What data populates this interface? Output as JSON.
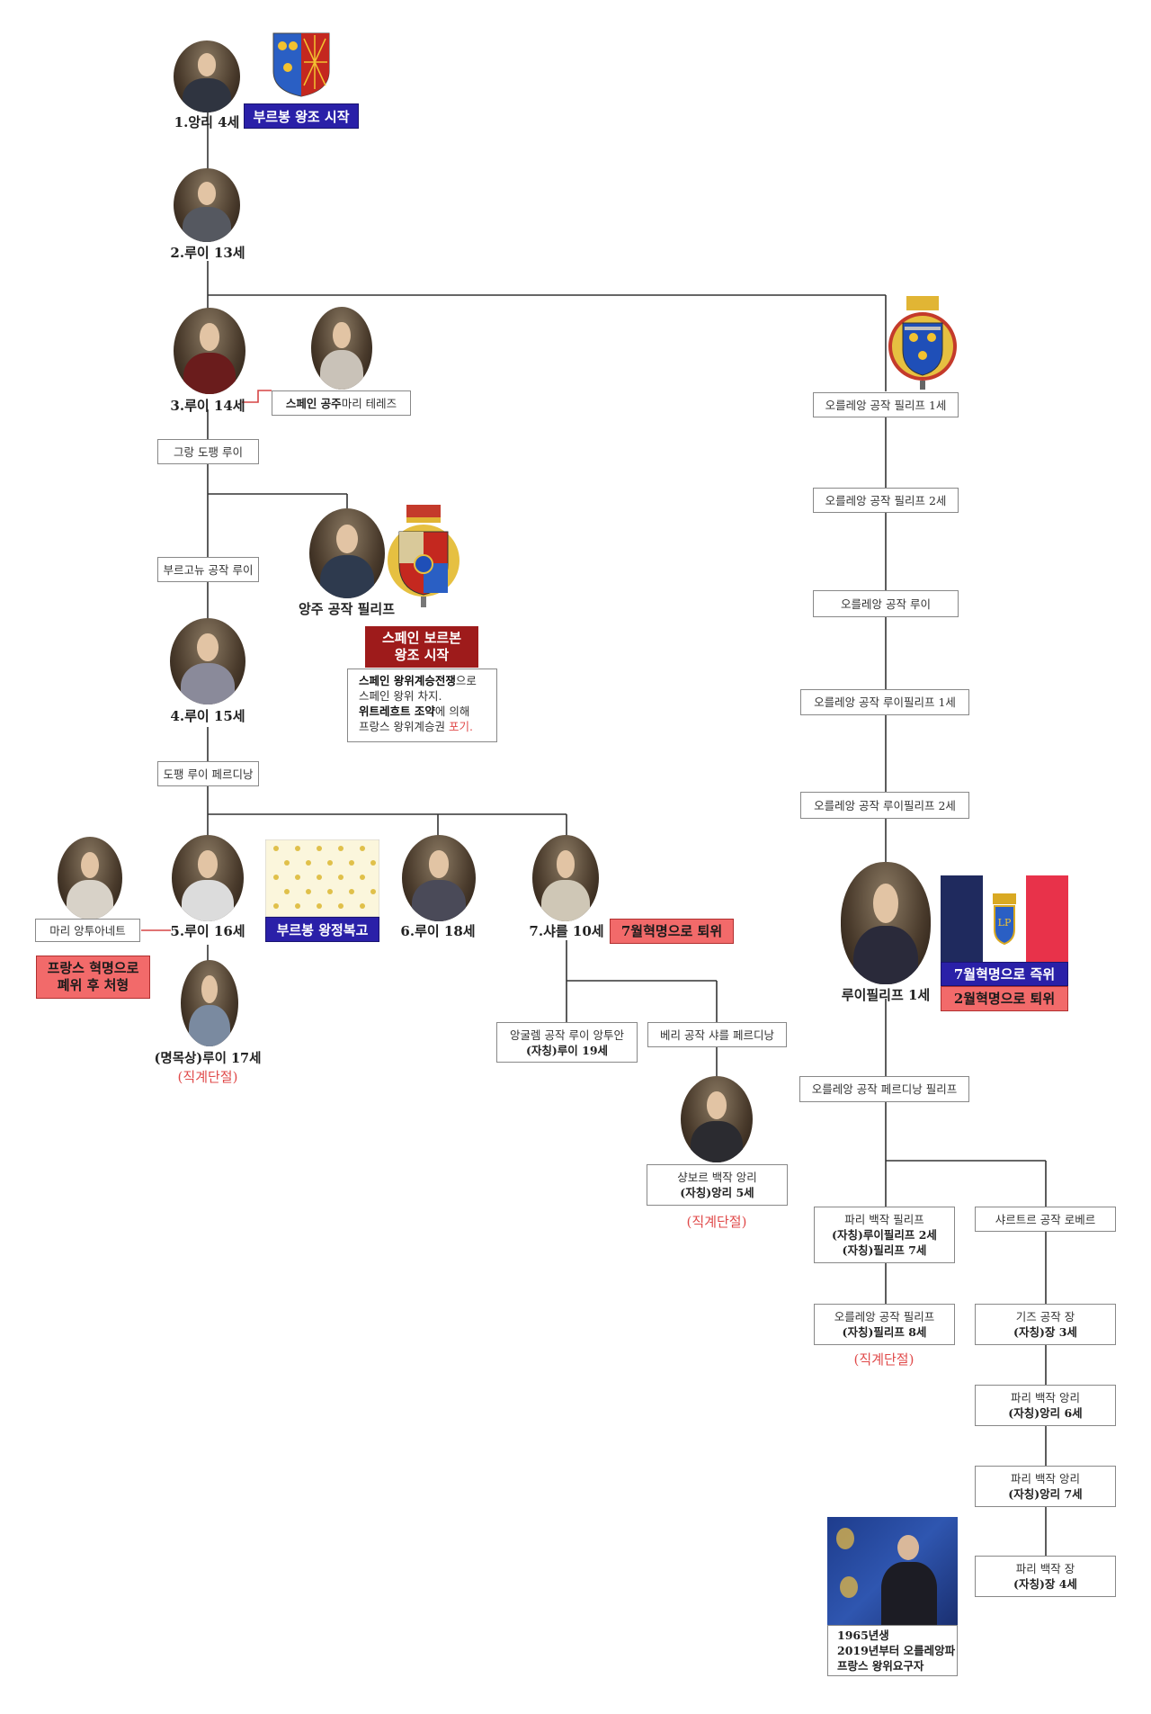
{
  "colors": {
    "blue_tag": "#2a20a8",
    "red_tag": "#f26a6a",
    "dark_red_tag": "#9e1b1b",
    "red_text": "#e04a4a",
    "line": "#333333",
    "marriage_line": "#d64545"
  },
  "kings": {
    "henri4": "1.앙리 4세",
    "louis13": "2.루이 13세",
    "louis14": "3.루이 14세",
    "louis15": "4.루이 15세",
    "louis16": "5.루이 16세",
    "louis18": "6.루이 18세",
    "charles10": "7.샤를 10세",
    "louis17": "(명목상)루이 17세",
    "philippe_anjou": "앙주 공작 필리프",
    "louis_philippe1": "루이필리프 1세"
  },
  "tags": {
    "bourbon_start": "부르봉 왕조 시작",
    "spain_bourbon_l1": "스페인 보르본",
    "spain_bourbon_l2": "왕조 시작",
    "restoration": "부르봉 왕정복고",
    "july_deposed": "7월혁명으로 퇴위",
    "july_enthroned": "7월혁명으로 즉위",
    "feb_deposed": "2월혁명으로 퇴위",
    "execution_l1": "프랑스 혁명으로",
    "execution_l2": "폐위 후 처형"
  },
  "extinct": "(직계단절)",
  "boxes": {
    "maria_theresa_b": "스페인 공주",
    "maria_theresa_r": " 마리 테레즈",
    "grand_dauphin": "그랑 도팽 루이",
    "burgundy": "부르고뉴 공작 루이",
    "dauphin_ferdinand": "도팽 루이 페르디낭",
    "marie_antoinette": "마리 앙투아네트",
    "angouleme_l1": "앙굴렘 공작 루이 앙투안",
    "angouleme_l2": "(자칭)루이 19세",
    "berry": "베리 공작 샤를 페르디낭",
    "chambord_l1": "샹보르 백작 앙리",
    "chambord_l2": "(자칭)앙리 5세",
    "orleans_philippe1": "오를레앙 공작 필리프 1세",
    "orleans_philippe2": "오를레앙 공작 필리프 2세",
    "orleans_louis": "오를레앙 공작 루이",
    "orleans_lp1": "오를레앙 공작 루이필리프 1세",
    "orleans_lp2": "오를레앙 공작 루이필리프 2세",
    "orleans_ferdinand": "오를레앙 공작 페르디낭 필리프",
    "paris_l1": "파리 백작 필리프",
    "paris_l2": "(자칭)루이필리프 2세",
    "paris_l3": "(자칭)필리프 7세",
    "chartres": "샤르트르 공작 로베르",
    "orleans_p8_l1": "오를레앙 공작 필리프",
    "orleans_p8_l2": "(자칭)필리프 8세",
    "guise_l1": "기즈 공작 장",
    "guise_l2": "(자칭)장 3세",
    "paris_h6_l1": "파리 백작 앙리",
    "paris_h6_l2": "(자칭)앙리 6세",
    "paris_h7_l1": "파리 백작 앙리",
    "paris_h7_l2": "(자칭)앙리 7세",
    "paris_j4_l1": "파리 백작 장",
    "paris_j4_l2": "(자칭)장 4세",
    "modern_l1": "1965년생",
    "modern_l2": "2019년부터 오를레앙파",
    "modern_l3": "프랑스 왕위요구자"
  },
  "succession_note": {
    "l1_b": "스페인 왕위계승전쟁",
    "l1_r": "으로",
    "l2": "스페인 왕위 차지.",
    "l3_b": "위트레흐트 조약",
    "l3_r": "에 의해",
    "l4": "프랑스 왕위계승권 ",
    "l4_red": "포기."
  },
  "emblem": {
    "lp_monogram": "LP"
  }
}
